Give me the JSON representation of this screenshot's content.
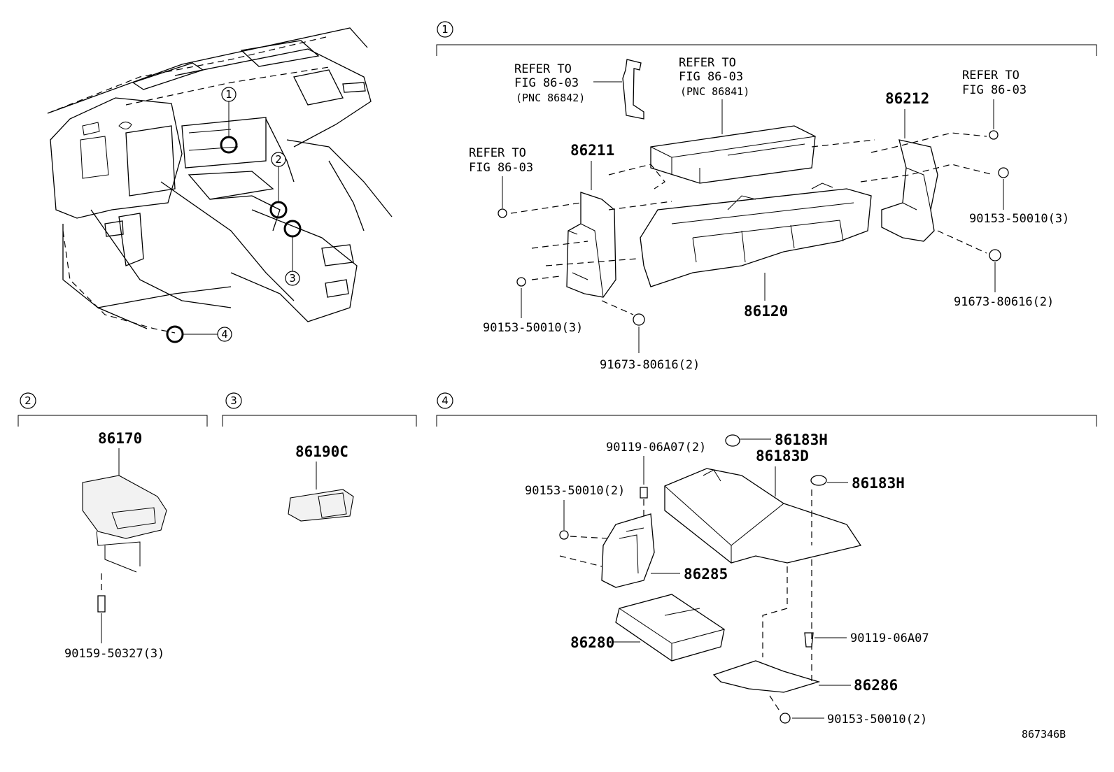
{
  "sections": [
    {
      "id": "1",
      "marker": "1"
    },
    {
      "id": "2",
      "marker": "2"
    },
    {
      "id": "3",
      "marker": "3"
    },
    {
      "id": "4",
      "marker": "4"
    }
  ],
  "overview": {
    "markers": [
      "1",
      "2",
      "3",
      "4"
    ]
  },
  "section1": {
    "refer_connector_a": {
      "line1": "REFER TO",
      "line2": "FIG 86-03",
      "line3": "(PNC 86842)"
    },
    "refer_connector_b": {
      "line1": "REFER TO",
      "line2": "FIG 86-03",
      "line3": "(PNC 86841)"
    },
    "refer_screw_left": {
      "line1": "REFER TO",
      "line2": "FIG 86-03"
    },
    "refer_screw_right": {
      "line1": "REFER TO",
      "line2": "FIG 86-03"
    },
    "p86211": "86211",
    "p86212": "86212",
    "p86120": "86120",
    "screw_left": "90153-50010(3)",
    "screw_right": "90153-50010(3)",
    "bolt_left": "91673-80616(2)",
    "bolt_right": "91673-80616(2)"
  },
  "section2": {
    "part": "86170",
    "screw": "90159-50327(3)"
  },
  "section3": {
    "part": "86190C"
  },
  "section4": {
    "clip_top": "90119-06A07(2)",
    "screw_top": "90153-50010(2)",
    "h1": "86183H",
    "d": "86183D",
    "h2": "86183H",
    "bracket": "86285",
    "module": "86280",
    "clip_right": "90119-06A07",
    "lower_bracket": "86286",
    "screw_bottom": "90153-50010(2)"
  },
  "figure_code": "867346B"
}
